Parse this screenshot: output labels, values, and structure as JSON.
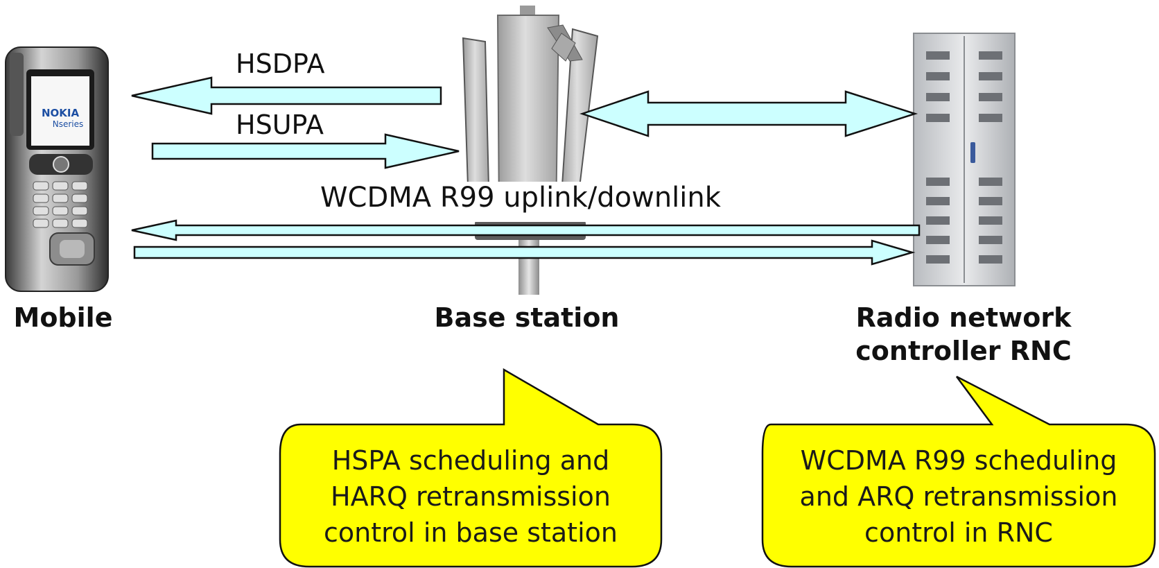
{
  "labels": {
    "hsdpa": "HSDPA",
    "hsupa": "HSUPA",
    "wcdma": "WCDMA R99 uplink/downlink"
  },
  "devices": {
    "mobile": "Mobile",
    "base_station": "Base station",
    "rnc_line1": "Radio network",
    "rnc_line2": "controller RNC",
    "phone_brand": "NOKIA",
    "phone_series": "Nseries"
  },
  "callouts": {
    "base_station": [
      "HSPA scheduling and",
      "HARQ retransmission",
      "control in base station"
    ],
    "rnc": [
      "WCDMA R99 scheduling",
      "and ARQ retransmission",
      "control in RNC"
    ]
  },
  "colors": {
    "arrow_fill": "#ccffff",
    "callout_fill": "#ffff00"
  }
}
